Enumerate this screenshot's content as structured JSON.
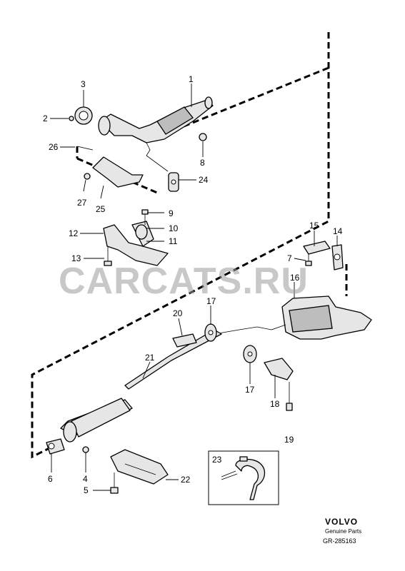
{
  "callouts": {
    "c1": "1",
    "c2": "2",
    "c3": "3",
    "c4": "4",
    "c5": "5",
    "c6": "6",
    "c7a": "7",
    "c8": "8",
    "c9": "9",
    "c10": "10",
    "c11": "11",
    "c12": "12",
    "c13": "13",
    "c14": "14",
    "c15": "15",
    "c16": "16",
    "c17a": "17",
    "c17b": "17",
    "c18": "18",
    "c19": "19",
    "c20": "20",
    "c21": "21",
    "c22": "22",
    "c23": "23",
    "c24": "24",
    "c25": "25",
    "c26": "26",
    "c27": "27"
  },
  "watermark": "CARCATS.RU",
  "footer": {
    "brand": "VOLVO",
    "subtitle": "Genuine Parts",
    "code": "GR-285163"
  }
}
